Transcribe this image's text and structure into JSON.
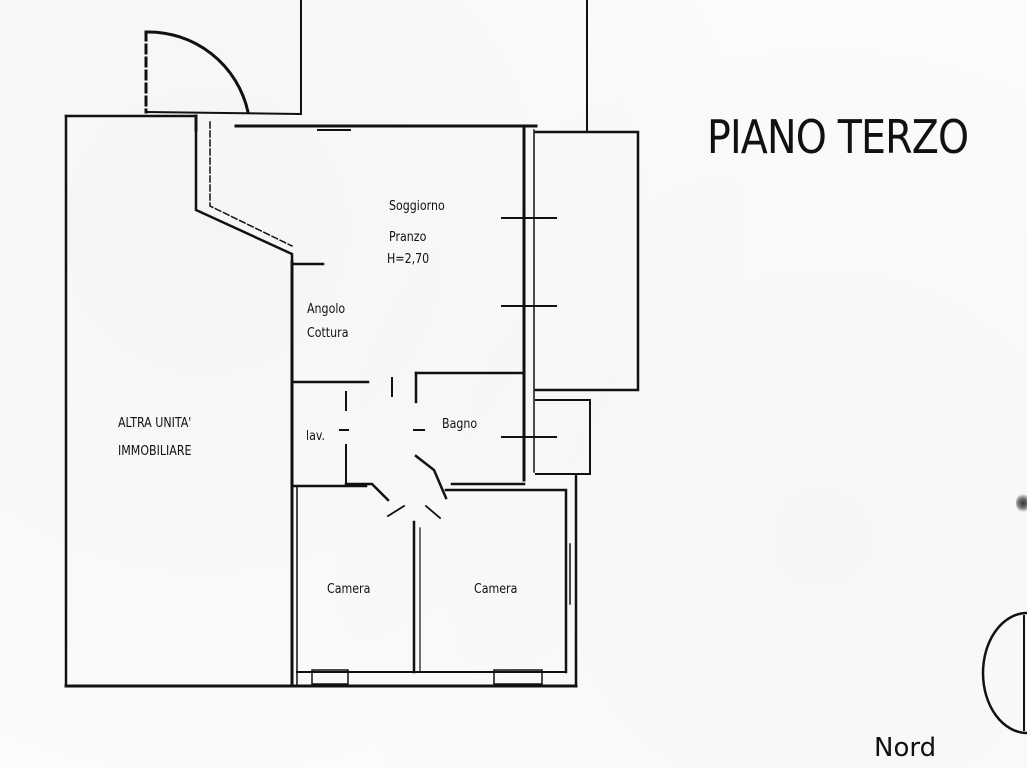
{
  "title": "PIANO TERZO",
  "compass_label": "Nord",
  "rooms": {
    "soggiorno": "Soggiorno",
    "pranzo": "Pranzo",
    "height": "H=2,70",
    "angolo": "Angolo",
    "cottura": "Cottura",
    "bagno": "Bagno",
    "lav": "lav.",
    "camera_left": "Camera",
    "camera_right": "Camera",
    "altra_unita_1": "ALTRA UNITA'",
    "altra_unita_2": "IMMOBILIARE"
  },
  "colors": {
    "ink": "#111111",
    "paper": "#fbfbfb"
  }
}
